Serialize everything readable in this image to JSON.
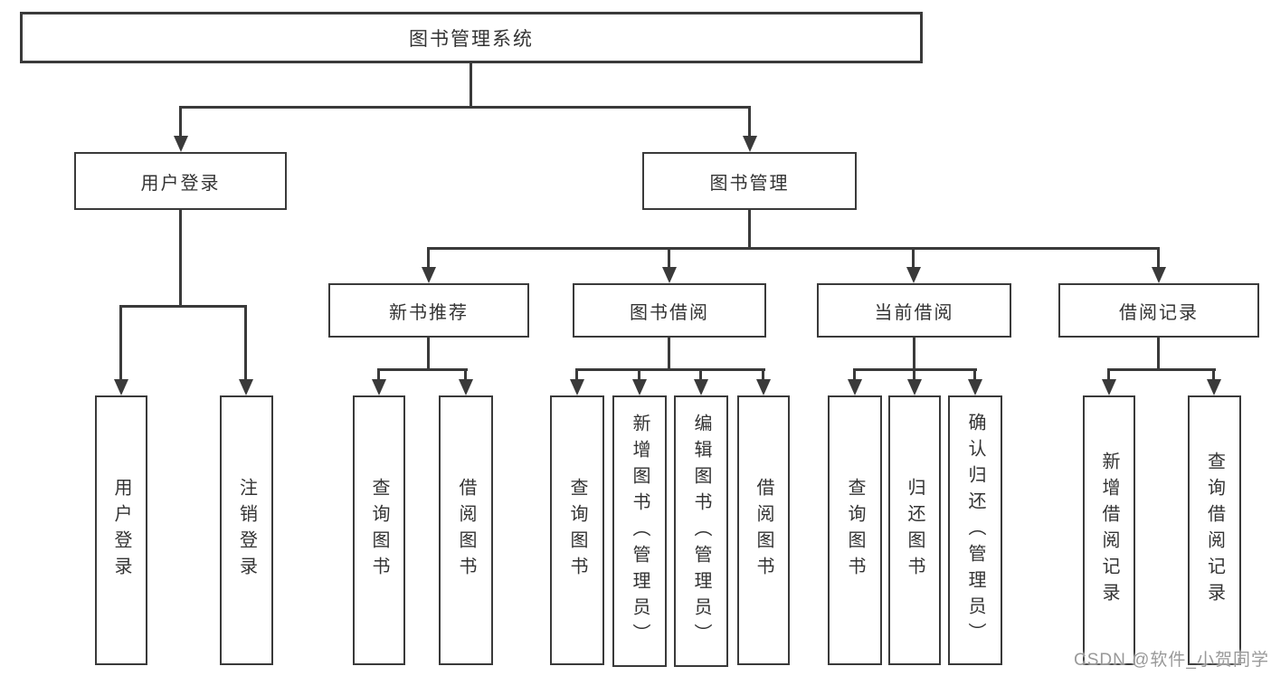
{
  "colors": {
    "line": "#3a3a3a",
    "text": "#333333",
    "background": "#ffffff",
    "watermark": "#949494"
  },
  "diagram": {
    "root": {
      "label": "图书管理系统"
    },
    "branches": [
      {
        "label": "用户登录",
        "children": [
          "用户登录",
          "注销登录"
        ]
      },
      {
        "label": "图书管理",
        "groups": [
          {
            "label": "新书推荐",
            "children": [
              "查询图书",
              "借阅图书"
            ]
          },
          {
            "label": "图书借阅",
            "children": [
              "查询图书",
              "新增图书（管理员）",
              "编辑图书（管理员）",
              "借阅图书"
            ]
          },
          {
            "label": "当前借阅",
            "children": [
              "查询图书",
              "归还图书",
              "确认归还（管理员）"
            ]
          },
          {
            "label": "借阅记录",
            "children": [
              "新增借阅记录",
              "查询借阅记录"
            ]
          }
        ]
      }
    ]
  },
  "watermark": {
    "text": "CSDN @软件_小贺同学"
  }
}
